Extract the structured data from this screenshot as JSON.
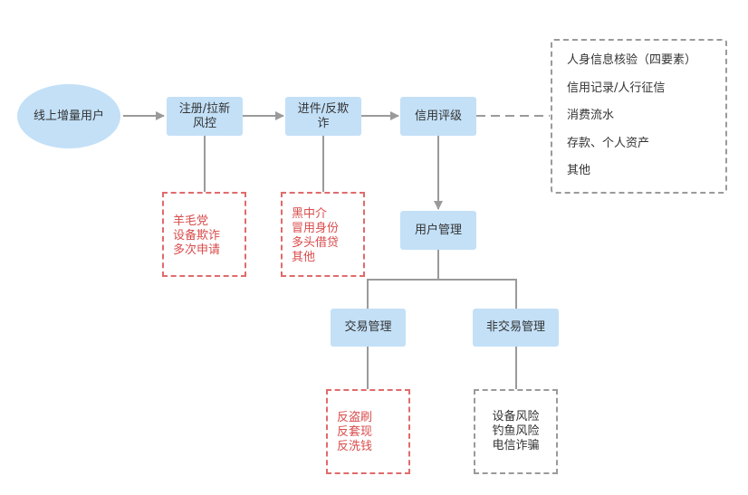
{
  "colors": {
    "node_fill": "#c3e0f7",
    "edge": "#9a9a9a",
    "red_note": "#d94b4b",
    "gray_note": "#333333"
  },
  "nodes": {
    "start": "线上增量用户",
    "register": "注册/拉新\n风控",
    "loan_fraud": "进件/反欺\n诈",
    "credit_rating": "信用评级",
    "user_mgmt": "用户管理",
    "txn_mgmt": "交易管理",
    "non_txn_mgmt": "非交易管理"
  },
  "notes": {
    "register_risks": "羊毛党\n设备欺诈\n多次申请",
    "loan_risks": "黑中介\n冒用身份\n多头借贷\n其他",
    "txn_risks": "反盗刷\n反套现\n反洗钱",
    "non_txn_risks": "设备风险\n钓鱼风险\n电信诈骗"
  },
  "credit_inputs": [
    "人身信息核验（四要素）",
    "信用记录/人行征信",
    "消费流水",
    "存款、个人资产",
    "其他"
  ]
}
